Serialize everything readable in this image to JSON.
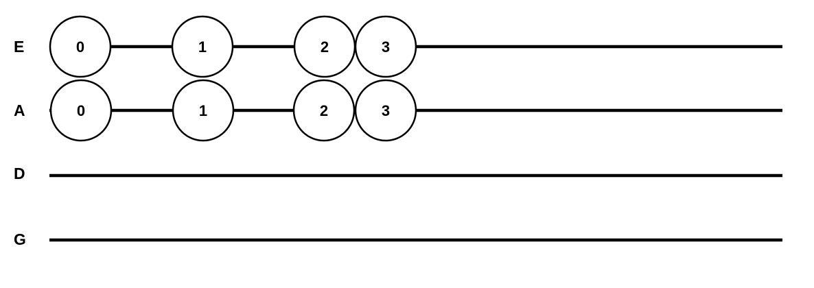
{
  "strings": [
    {
      "label": "E",
      "frets": [
        {
          "number": "0"
        },
        {
          "number": "1"
        },
        {
          "number": "2"
        },
        {
          "number": "3"
        }
      ]
    },
    {
      "label": "A",
      "frets": [
        {
          "number": "0"
        },
        {
          "number": "1"
        },
        {
          "number": "2"
        },
        {
          "number": "3"
        }
      ]
    },
    {
      "label": "D",
      "frets": []
    },
    {
      "label": "G",
      "frets": []
    }
  ]
}
